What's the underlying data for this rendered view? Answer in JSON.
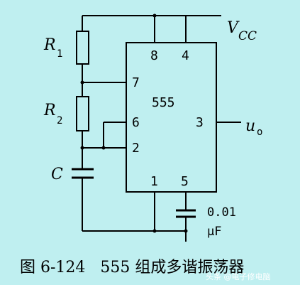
{
  "colors": {
    "background": "#bfeff0",
    "line": "#000000"
  },
  "ic": {
    "name": "555",
    "pins": {
      "p8": "8",
      "p4": "4",
      "p7": "7",
      "p6": "6",
      "p3": "3",
      "p2": "2",
      "p1": "1",
      "p5": "5"
    }
  },
  "labels": {
    "vcc_main": "V",
    "vcc_sub": "CC",
    "r1_main": "R",
    "r1_sub": "1",
    "r2_main": "R",
    "r2_sub": "2",
    "c": "C",
    "out_main": "u",
    "out_sub": "o",
    "cap_value_line1": "0.01",
    "cap_value_line2": "μF"
  },
  "caption": "图 6-124   555 组成多谐振荡器",
  "watermark": "头条 @电子修电脑"
}
